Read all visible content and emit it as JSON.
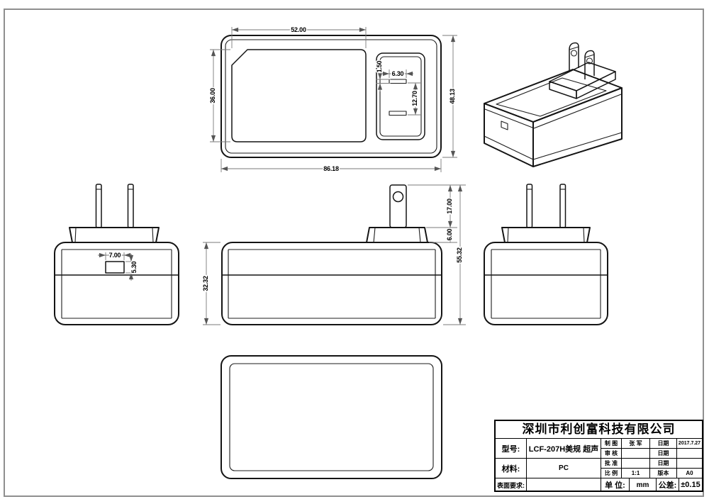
{
  "title_block": {
    "company": "深圳市利创富科技有限公司",
    "model_label": "型号:",
    "model_value": "LCF-207H美规 超声",
    "material_label": "材料:",
    "material_value": "PC",
    "surface_label": "表面要求:",
    "surface_value": "",
    "drawn_label": "制 图",
    "drawn_value": "张 军",
    "checked_label": "审 核",
    "checked_value": "",
    "approved_label": "批 准",
    "approved_value": "",
    "scale_label": "比 例",
    "scale_value": "1:1",
    "date_label": "日期",
    "date_value": "2017.7.27",
    "date_value2": "",
    "date_value3": "",
    "version_label": "版本",
    "version_value": "A0",
    "unit_label": "单 位:",
    "unit_value": "mm",
    "tolerance_label": "公差:",
    "tolerance_value": "±0.15"
  },
  "dimensions": {
    "top_view": {
      "label_recess_width": "52.00",
      "label_recess_height": "36.00",
      "overall_width": "86.18",
      "overall_height": "48.13",
      "slot_thickness": "1.50",
      "slot_length": "6.30",
      "slot_spacing": "12.70"
    },
    "front_view": {
      "port_width": "7.00",
      "port_height": "5.30"
    },
    "side_view": {
      "pin_length": "17.00",
      "base_height": "6.00",
      "total_height": "55.32",
      "body_height": "32.32"
    }
  },
  "drawing_colors": {
    "outline": "#141414",
    "dimension_line": "#7a7a7a",
    "sheet_border": "#8f8f8f"
  }
}
